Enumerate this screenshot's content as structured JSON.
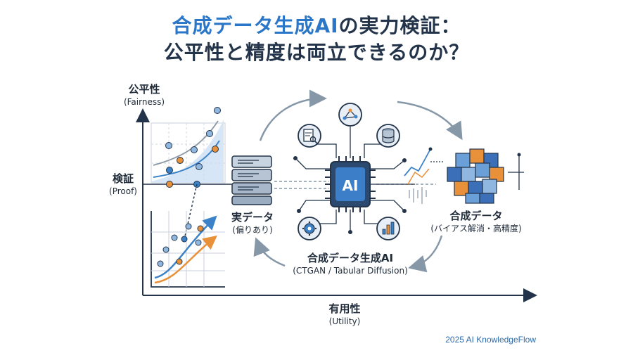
{
  "title": {
    "line1_highlight": "合成データ生成AI",
    "line1_rest": "の実力検証：",
    "line2": "公平性と精度は両立できるのか？"
  },
  "axes": {
    "y_label": "公平性",
    "y_sub": "(Fairness)",
    "x_label": "有用性",
    "x_sub": "(Utility)",
    "mid_label": "検証",
    "mid_sub": "(Proof)"
  },
  "nodes": {
    "real": {
      "label": "実データ",
      "sub": "(偏りあり)"
    },
    "generator": {
      "label": "合成データ生成AI",
      "sub": "(CTGAN / Tabular Diffusion)",
      "chip": "AI"
    },
    "synthetic": {
      "label": "合成データ",
      "sub": "(バイアス解消・高精度)"
    }
  },
  "icons": [
    "network-icon",
    "document-search-icon",
    "database-icon",
    "gear-icon",
    "bar-chart-icon"
  ],
  "colors": {
    "accent_blue": "#2a76c8",
    "accent_orange": "#e8913a",
    "dark": "#23344a"
  },
  "footer": "2025 AI KnowledgeFlow"
}
